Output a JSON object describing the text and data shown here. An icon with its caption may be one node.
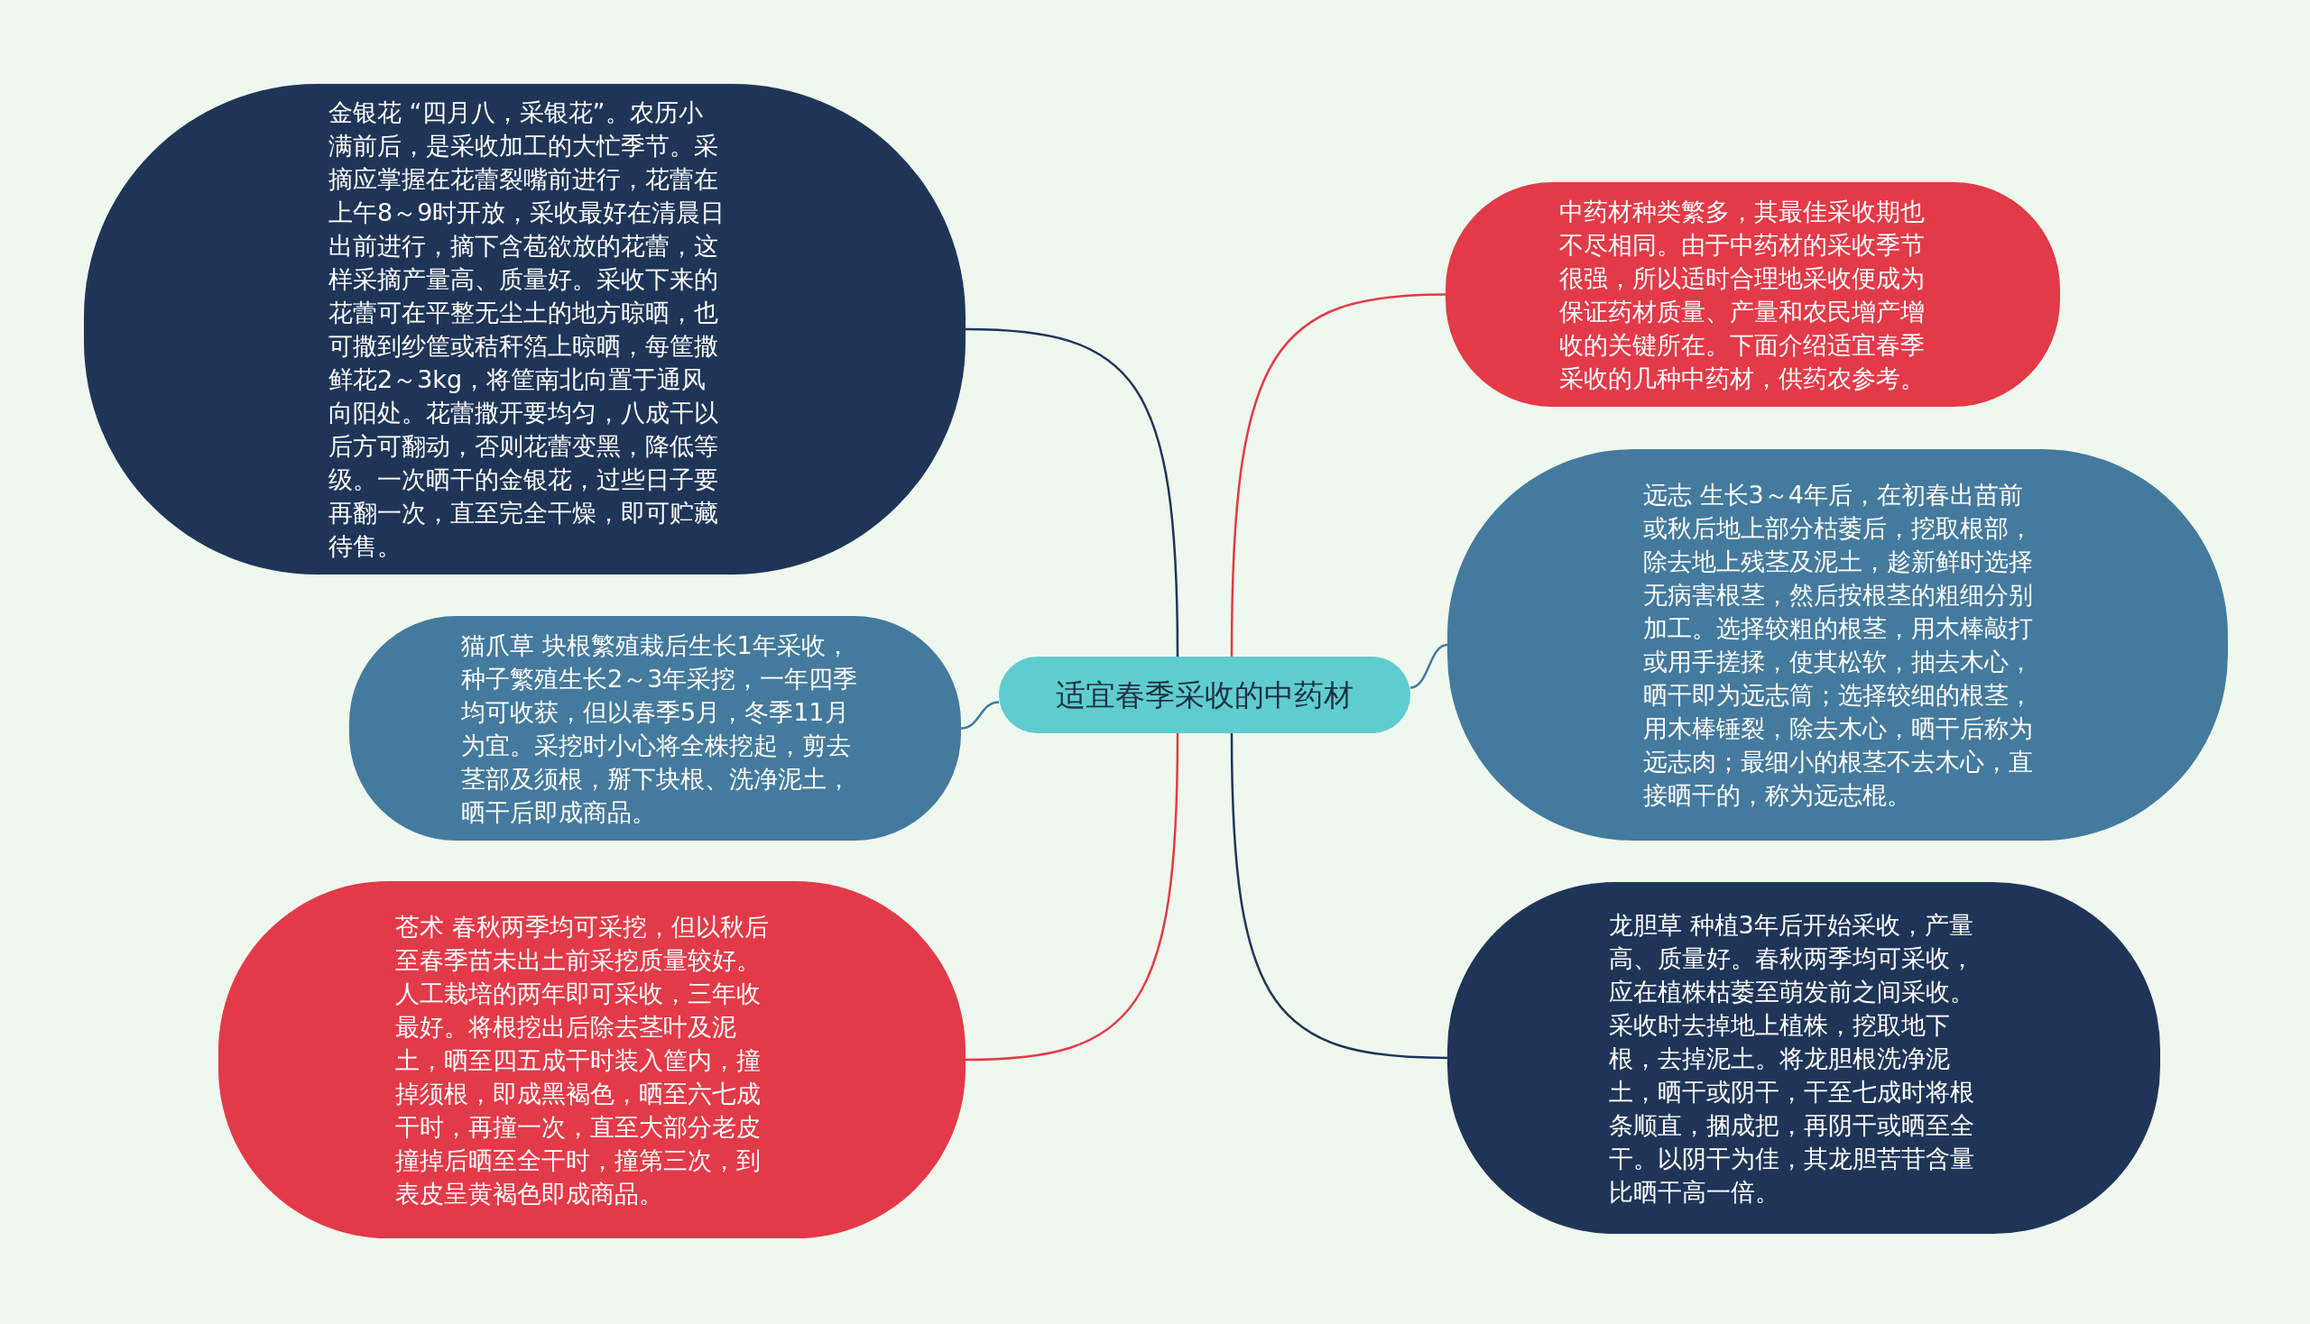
{
  "diagram": {
    "nodes": [
      {
        "text": [
          "适宜春季采收的中药材"
        ]
      },
      {
        "text": [
          "金银花 “四月八，采银花”。农历小满前后，是采收加工的大忙季节。采摘应掌握在花蕾裂嘴前进行，花蕾在上午8～9时开放，采收最好在清晨日出前进行，摘下含苞欲放的花蕾，这样采摘产量高、质量好。采收下来的花蕾可在平整无尘土的地方晾晒，也可撒到纱筐或秸秆箔上晾晒，每筐撒鲜花2～3kg，将筐南北向置于通风向阳处。花蕾撒开要均匀，八成干以后方可翻动，否则花蕾变黑，降低等级。一次晒干的金银花，过些日子要再翻一次，直至完全干燥，即可贮藏待售。"
        ]
      },
      {
        "text": [
          "中药材种类繁多，其最佳采收期也不尽相同。由于中药材的采收季节很强，所以适时合理地采收便成为保证药材质量、产量和农民增产增收的关键所在。下面介绍适宜春季采收的几种中药材，供药农参考。"
        ]
      },
      {
        "text": [
          "远志 生长3～4年后，在初春出苗前或秋后地上部分枯萎后，挖取根部，除去地上残茎及泥土，趁新鲜时选择无病害根茎，然后按根茎的粗细分别加工。选择较粗的根茎，用木棒敲打或用手搓揉，使其松软，抽去木心，晒干即为远志筒；选择较细的根茎，用木棒锤裂，除去木心，晒干后称为远志肉；最细小的根茎不去木心，直接晒干的，称为远志棍。"
        ]
      },
      {
        "text": [
          "猫爪草 块根繁殖栽后生长1年采收，种子繁殖生长2～3年采挖，一年四季均可收获，但以春季5月，冬季11月为宜。采挖时小心将全株挖起，剪去茎部及须根，掰下块根、洗净泥土，晒干后即成商品。"
        ]
      },
      {
        "text": [
          "苍术 春秋两季均可采挖，但以秋后至春季苗未出土前采挖质量较好。人工栽培的两年即可采收，三年收最好。将根挖出后除去茎叶及泥土，晒至四五成干时装入筐内，撞掉须根，即成黑褐色，晒至六七成干时，再撞一次，直至大部分老皮撞掉后晒至全干时，撞第三次，到表皮呈黄褐色即成商品。"
        ]
      },
      {
        "text": [
          "龙胆草 种植3年后开始采收，产量高、质量好。春秋两季均可采收，应在植株枯萎至萌发前之间采收。采收时去掉地上植株，挖取地下根，去掉泥土。将龙胆根洗净泥土，晒干或阴干，干至七成时将根条顺直，捆成把，再阴干或晒至全干。以阴干为佳，其龙胆苦苷含量比晒干高一倍。"
        ]
      }
    ],
    "edges": [
      {
        "from": 0,
        "to": 1,
        "arrow": "none",
        "color": "#1f3558"
      },
      {
        "from": 0,
        "to": 2,
        "arrow": "none",
        "color": "#e23a48"
      },
      {
        "from": 0,
        "to": 3,
        "arrow": "none",
        "color": "#447a9d"
      },
      {
        "from": 0,
        "to": 4,
        "arrow": "none",
        "color": "#447a9d"
      },
      {
        "from": 0,
        "to": 5,
        "arrow": "none",
        "color": "#e23a48"
      },
      {
        "from": 0,
        "to": 6,
        "arrow": "none",
        "color": "#1f3558"
      }
    ]
  }
}
